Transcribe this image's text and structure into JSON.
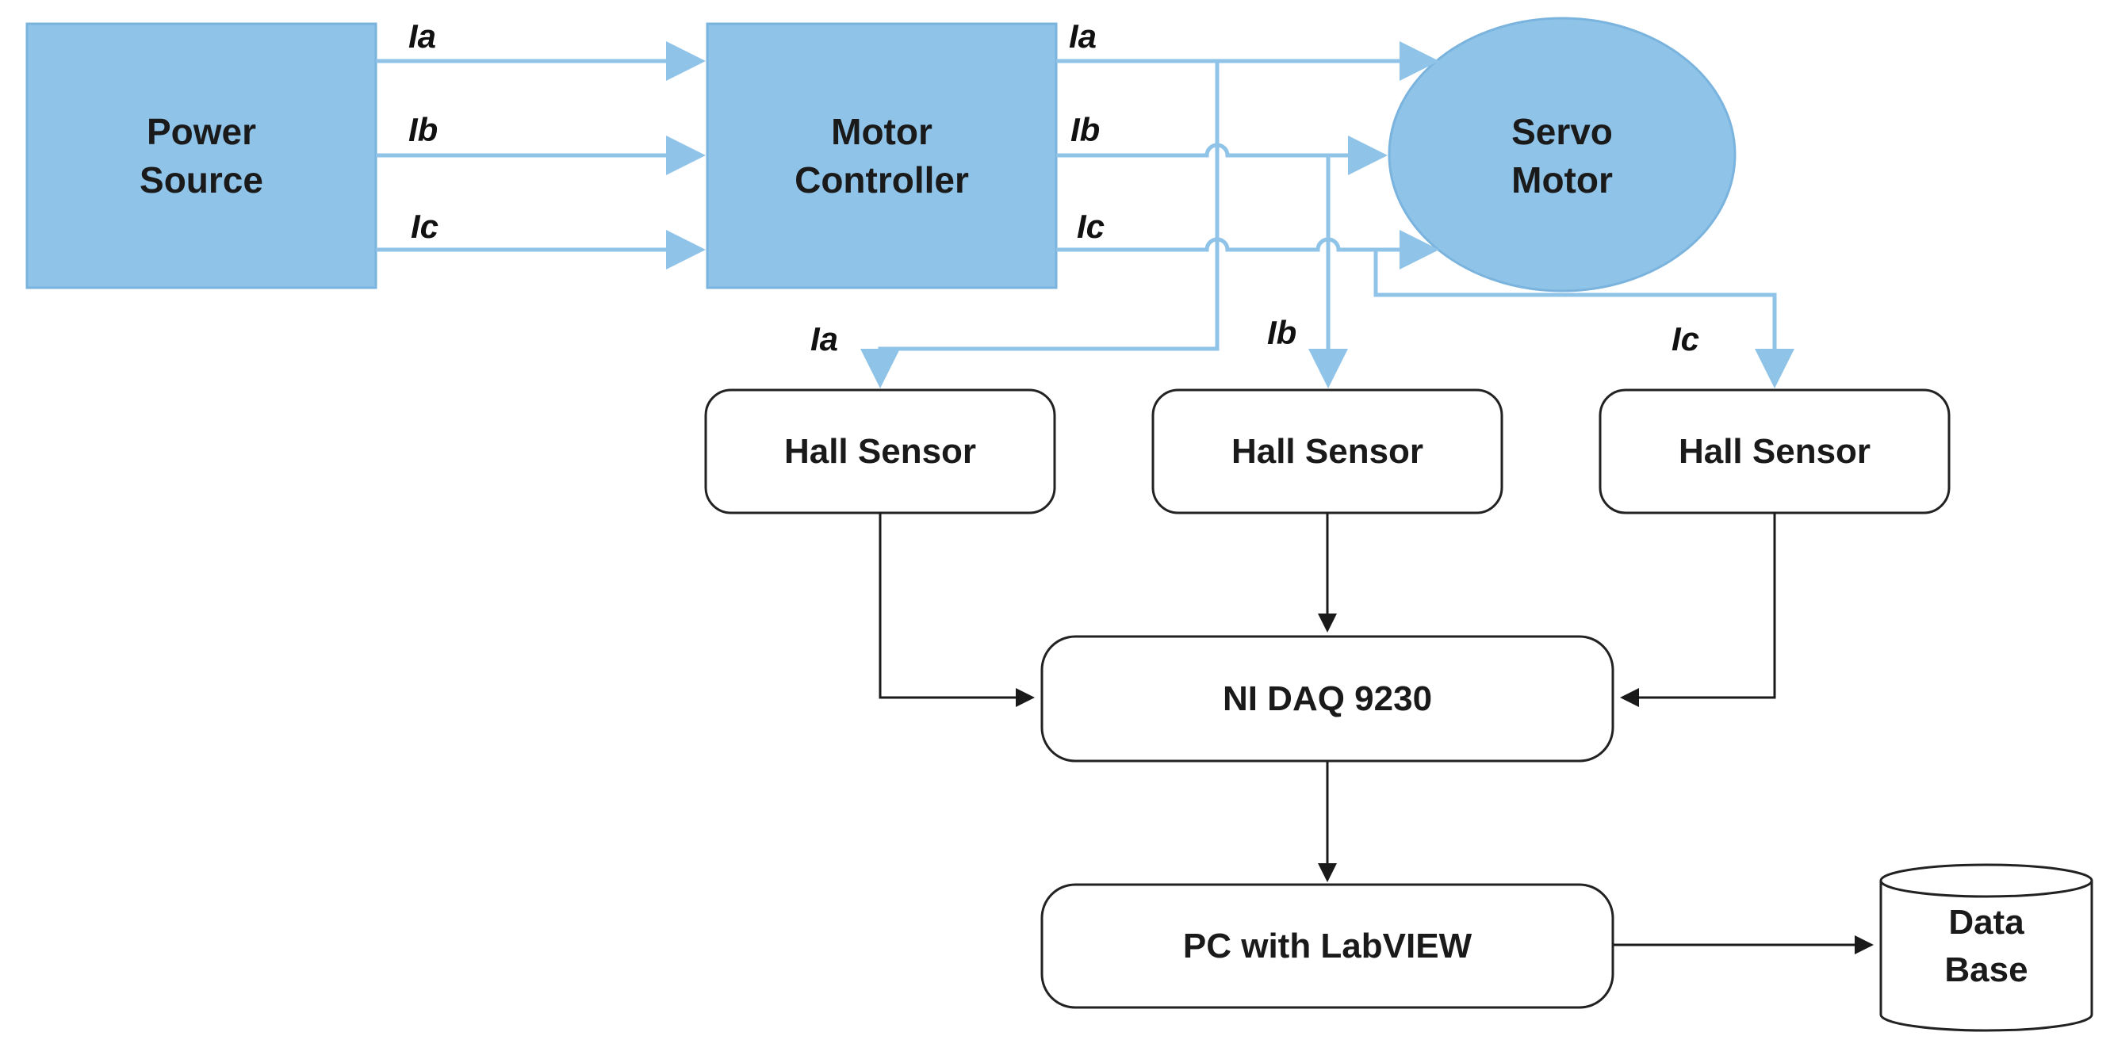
{
  "colors": {
    "block_fill": "#8fc3e8",
    "block_stroke": "#7ab4de",
    "signal_line": "#8fc3e8",
    "data_line": "#1a1a1a",
    "box_fill": "#ffffff",
    "box_stroke": "#222222"
  },
  "blocks": {
    "power_source": {
      "line1": "Power",
      "line2": "Source"
    },
    "motor_controller": {
      "line1": "Motor",
      "line2": "Controller"
    },
    "servo_motor": {
      "line1": "Servo",
      "line2": "Motor"
    }
  },
  "signals": {
    "ia": "Ia",
    "ib": "Ib",
    "ic": "Ic"
  },
  "sensors": [
    {
      "label": "Hall Sensor",
      "input": "Ia"
    },
    {
      "label": "Hall Sensor",
      "input": "Ib"
    },
    {
      "label": "Hall Sensor",
      "input": "Ic"
    }
  ],
  "daq": {
    "label": "NI DAQ 9230"
  },
  "pc": {
    "label": "PC with LabVIEW"
  },
  "database": {
    "line1": "Data",
    "line2": "Base"
  },
  "icons": {
    "database": "database-cylinder-icon",
    "motor": "servo-motor-ellipse"
  }
}
